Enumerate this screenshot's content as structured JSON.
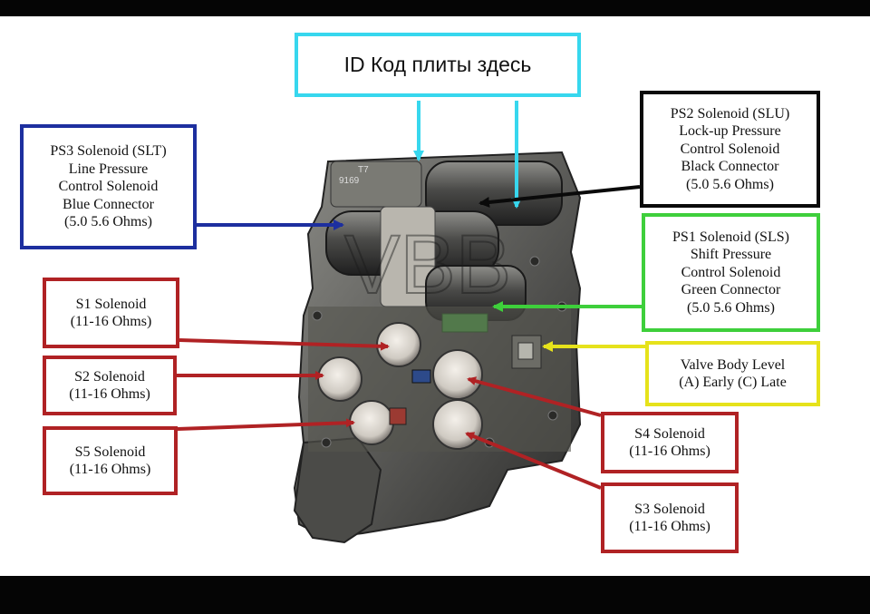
{
  "labels": {
    "id_code": [
      "ID Код плиты здесь"
    ],
    "ps3": [
      "PS3 Solenoid (SLT)",
      "Line Pressure",
      "Control Solenoid",
      "Blue Connector",
      "(5.0 5.6 Ohms)"
    ],
    "ps2": [
      "PS2 Solenoid (SLU)",
      "Lock-up Pressure",
      "Control Solenoid",
      "Black Connector",
      "(5.0 5.6 Ohms)"
    ],
    "ps1": [
      "PS1 Solenoid (SLS)",
      "Shift Pressure",
      "Control Solenoid",
      "Green Connector",
      "(5.0 5.6 Ohms)"
    ],
    "s1": [
      "S1 Solenoid",
      "(11-16 Ohms)"
    ],
    "s2": [
      "S2 Solenoid",
      "(11-16 Ohms)"
    ],
    "s5": [
      "S5 Solenoid",
      "(11-16 Ohms)"
    ],
    "valve_body": [
      "Valve Body Level",
      "(A) Early (C) Late"
    ],
    "s4": [
      "S4 Solenoid",
      "(11-16 Ohms)"
    ],
    "s3": [
      "S3 Solenoid",
      "(11-16 Ohms)"
    ]
  },
  "watermark": "VBB",
  "part_marking": [
    "T7",
    "9169"
  ],
  "colors": {
    "cyan": "#37d7ee",
    "blue": "#1d2f9f",
    "black": "#0a0a0a",
    "green": "#3ecf3b",
    "red": "#b02224",
    "yellow": "#e6e21b"
  }
}
